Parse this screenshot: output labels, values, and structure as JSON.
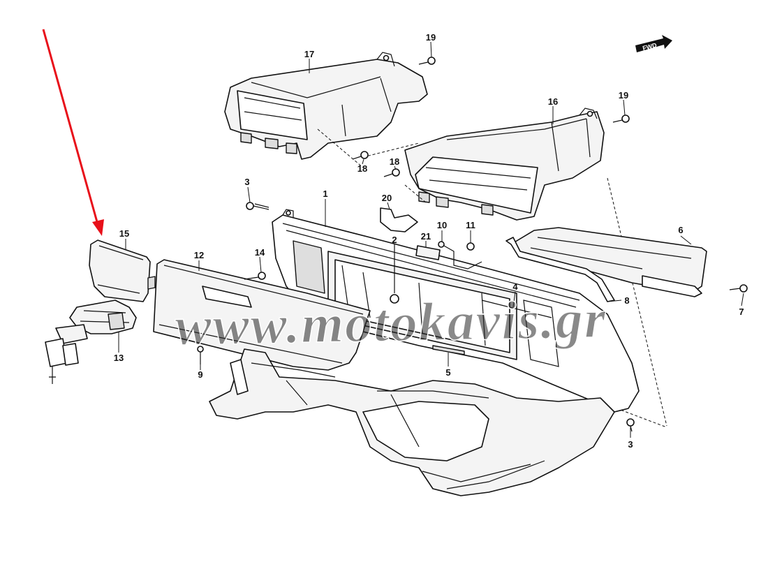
{
  "diagram": {
    "fwd_label": "FWD",
    "watermark": "www.motokavis.gr",
    "arrow_color": "#e8101a",
    "callouts": [
      {
        "id": "c1",
        "number": "1"
      },
      {
        "id": "c2",
        "number": "2"
      },
      {
        "id": "c3a",
        "number": "3"
      },
      {
        "id": "c3b",
        "number": "3"
      },
      {
        "id": "c4",
        "number": "4"
      },
      {
        "id": "c5",
        "number": "5"
      },
      {
        "id": "c6",
        "number": "6"
      },
      {
        "id": "c7",
        "number": "7"
      },
      {
        "id": "c8",
        "number": "8"
      },
      {
        "id": "c9",
        "number": "9"
      },
      {
        "id": "c10",
        "number": "10"
      },
      {
        "id": "c11",
        "number": "11"
      },
      {
        "id": "c12",
        "number": "12"
      },
      {
        "id": "c13",
        "number": "13"
      },
      {
        "id": "c14",
        "number": "14"
      },
      {
        "id": "c15",
        "number": "15"
      },
      {
        "id": "c16",
        "number": "16"
      },
      {
        "id": "c17",
        "number": "17"
      },
      {
        "id": "c18a",
        "number": "18"
      },
      {
        "id": "c18b",
        "number": "18"
      },
      {
        "id": "c19a",
        "number": "19"
      },
      {
        "id": "c19b",
        "number": "19"
      },
      {
        "id": "c20",
        "number": "20"
      },
      {
        "id": "c21",
        "number": "21"
      }
    ]
  }
}
